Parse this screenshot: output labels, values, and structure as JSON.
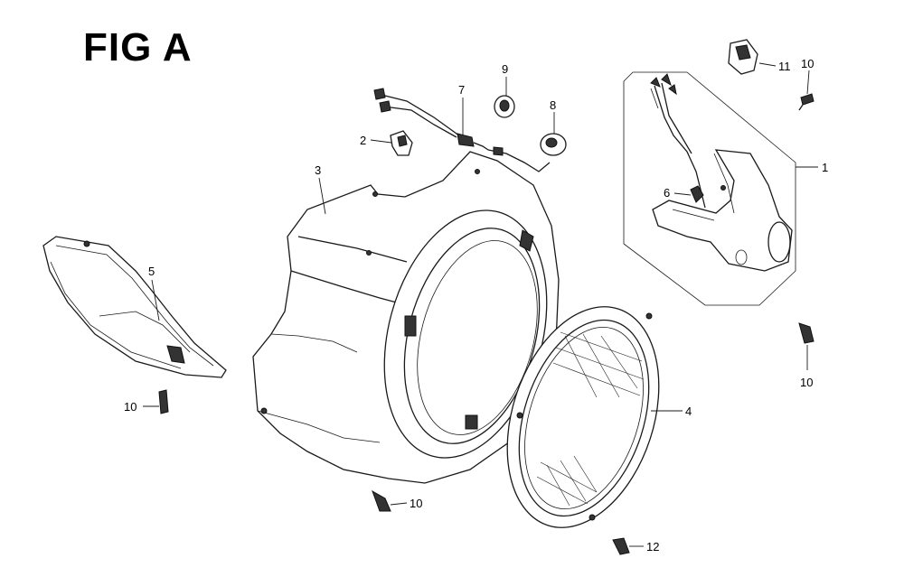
{
  "title": "FIG A",
  "callouts": {
    "c1": "1",
    "c2": "2",
    "c3": "3",
    "c4": "4",
    "c5": "5",
    "c6": "6",
    "c7": "7",
    "c8": "8",
    "c9": "9",
    "c10a": "10",
    "c10b": "10",
    "c10c": "10",
    "c10d": "10",
    "c11": "11",
    "c12": "12"
  }
}
